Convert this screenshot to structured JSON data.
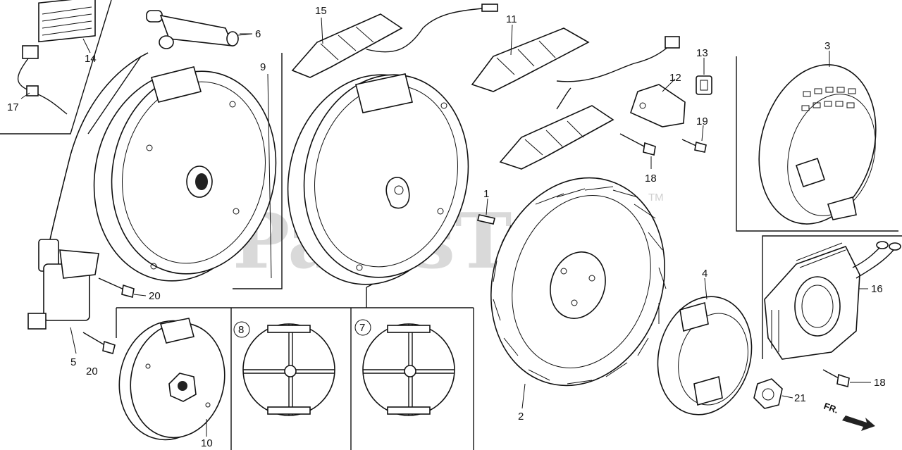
{
  "watermark": {
    "text": "PartsTree",
    "trademark": "TM"
  },
  "callouts": [
    {
      "id": "c1",
      "label": "1"
    },
    {
      "id": "c2",
      "label": "2"
    },
    {
      "id": "c3",
      "label": "3"
    },
    {
      "id": "c4",
      "label": "4"
    },
    {
      "id": "c5",
      "label": "5"
    },
    {
      "id": "c6",
      "label": "6"
    },
    {
      "id": "c7",
      "label": "7"
    },
    {
      "id": "c8",
      "label": "8"
    },
    {
      "id": "c9",
      "label": "9"
    },
    {
      "id": "c10",
      "label": "10"
    },
    {
      "id": "c11",
      "label": "11"
    },
    {
      "id": "c12",
      "label": "12"
    },
    {
      "id": "c13",
      "label": "13"
    },
    {
      "id": "c14",
      "label": "14"
    },
    {
      "id": "c15",
      "label": "15"
    },
    {
      "id": "c16",
      "label": "16"
    },
    {
      "id": "c17",
      "label": "17"
    },
    {
      "id": "c18a",
      "label": "18"
    },
    {
      "id": "c18b",
      "label": "18"
    },
    {
      "id": "c19",
      "label": "19"
    },
    {
      "id": "c20a",
      "label": "20"
    },
    {
      "id": "c20b",
      "label": "20"
    },
    {
      "id": "c21",
      "label": "21"
    }
  ],
  "direction": {
    "label": "FR."
  },
  "colors": {
    "line": "#111111",
    "watermark": "#d9d9d9",
    "background": "#ffffff"
  }
}
